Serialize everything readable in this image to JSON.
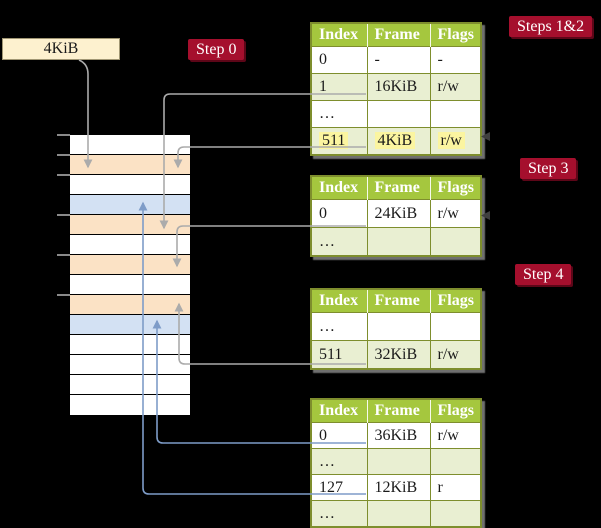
{
  "colors": {
    "bg": "#000000",
    "label_red": "#a50f2d",
    "label_red_dark": "#5d0618",
    "header_green": "#a5c73e",
    "table_border": "#7e8e2d",
    "row_green": "#e9efd2",
    "row_white": "#ffffff",
    "highlight": "#fbf5a0",
    "mem_orange": "#fbe2c5",
    "mem_blue": "#d3e1f3",
    "box_cream": "#fdf1cf",
    "box_border": "#a09673",
    "arrow_gray": "#ababab",
    "arrow_blue": "#7e9cc8",
    "text_dark": "#1a1a1a",
    "tick_gray": "#8a8a8a"
  },
  "labels": {
    "frame_size_box": "4KiB",
    "step0": "Step 0",
    "steps12": "Steps 1&2",
    "step3": "Step 3",
    "step4": "Step 4"
  },
  "tables": [
    {
      "headers": [
        "Index",
        "Frame",
        "Flags"
      ],
      "rows": [
        {
          "index": "0",
          "frame": "-",
          "flags": "-"
        },
        {
          "index": "1",
          "frame": "16KiB",
          "flags": "r/w"
        },
        {
          "index": "…",
          "frame": "",
          "flags": ""
        },
        {
          "index": "511",
          "frame": "4KiB",
          "flags": "r/w",
          "highlighted": true
        }
      ]
    },
    {
      "headers": [
        "Index",
        "Frame",
        "Flags"
      ],
      "rows": [
        {
          "index": "0",
          "frame": "24KiB",
          "flags": "r/w"
        },
        {
          "index": "…",
          "frame": "",
          "flags": ""
        }
      ]
    },
    {
      "headers": [
        "Index",
        "Frame",
        "Flags"
      ],
      "rows": [
        {
          "index": "…",
          "frame": "",
          "flags": ""
        },
        {
          "index": "511",
          "frame": "32KiB",
          "flags": "r/w"
        }
      ]
    },
    {
      "headers": [
        "Index",
        "Frame",
        "Flags"
      ],
      "rows": [
        {
          "index": "0",
          "frame": "36KiB",
          "flags": "r/w"
        },
        {
          "index": "…",
          "frame": "",
          "flags": ""
        },
        {
          "index": "127",
          "frame": "12KiB",
          "flags": "r"
        },
        {
          "index": "…",
          "frame": "",
          "flags": ""
        }
      ]
    }
  ],
  "memory": {
    "rows": [
      "white",
      "orange",
      "white",
      "blue",
      "orange",
      "white",
      "orange",
      "white",
      "orange",
      "blue",
      "white",
      "white",
      "white",
      "white"
    ]
  },
  "connectors": [
    {
      "from": "frame-size-box",
      "to": "memory-row-2",
      "color": "gray"
    },
    {
      "from": "table1-row-1",
      "to": "memory-row-5",
      "color": "gray"
    },
    {
      "from": "table1-row-511",
      "to": "memory-row-2",
      "color": "gray"
    },
    {
      "from": "table2-row-0",
      "to": "memory-row-7",
      "color": "gray"
    },
    {
      "from": "table3-row-511",
      "to": "memory-row-9",
      "color": "gray"
    },
    {
      "from": "table4-row-0",
      "to": "memory-row-10",
      "color": "blue"
    },
    {
      "from": "table4-row-127",
      "to": "memory-row-4",
      "color": "blue"
    }
  ]
}
